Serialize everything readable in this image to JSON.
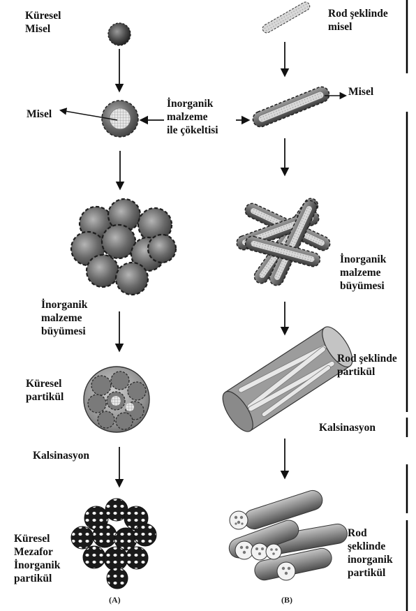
{
  "panel_a": {
    "title_lines": [
      "Küresel",
      "Misel"
    ],
    "misel_label": "Misel",
    "growth_lines": [
      "İnorganik",
      "malzeme",
      "büyümesi"
    ],
    "particle_lines": [
      "Küresel",
      "partikül"
    ],
    "calcination": "Kalsinasyon",
    "final_lines": [
      "Küresel",
      "Mezafor",
      "İnorganik",
      "partikül"
    ],
    "caption": "(A)"
  },
  "center": {
    "precipitate_lines": [
      "İnorganik",
      "malzeme",
      "ile çökeltisi"
    ]
  },
  "panel_b": {
    "title_lines": [
      "Rod şeklinde",
      "misel"
    ],
    "misel_label": "Misel",
    "growth_lines": [
      "İnorganik",
      "malzeme",
      "büyümesi"
    ],
    "particle_lines": [
      "Rod şeklinde",
      "partikül"
    ],
    "calcination": "Kalsinasyon",
    "final_lines": [
      "Rod",
      "şeklinde",
      "inorganik",
      "partikül"
    ],
    "caption": "(B)"
  }
}
